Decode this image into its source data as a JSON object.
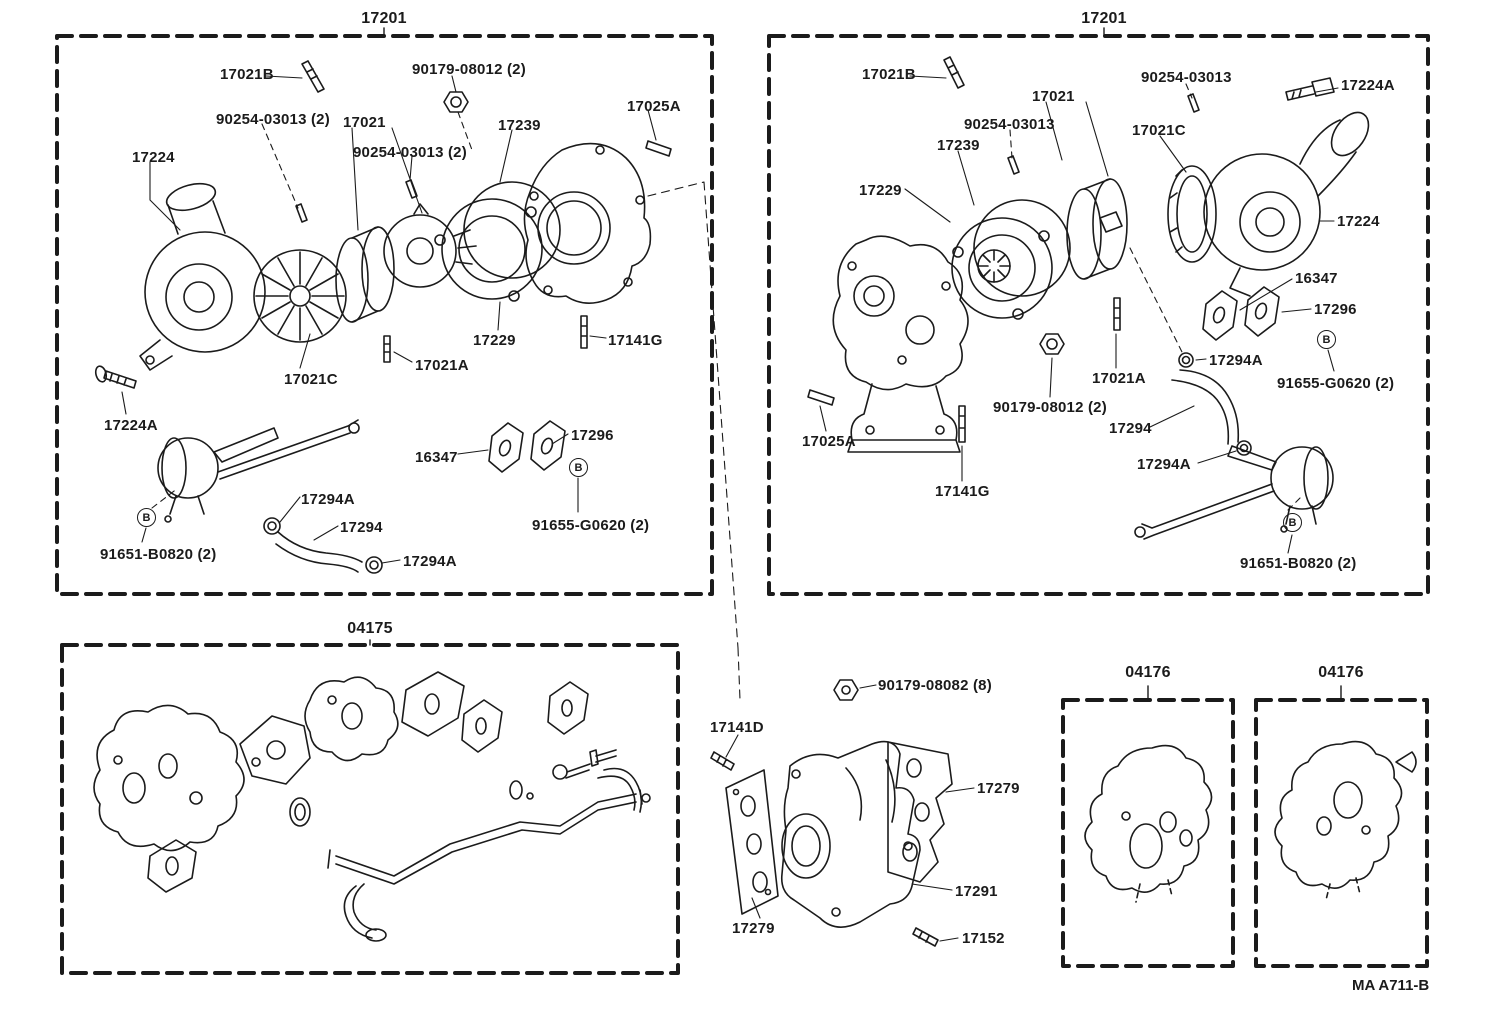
{
  "drawing": {
    "footer_code": "MA A711-B",
    "ink_color": "#1b1b1b",
    "background_color": "#ffffff"
  },
  "boxes": {
    "turbo_left": {
      "title": "17201"
    },
    "turbo_right": {
      "title": "17201"
    },
    "gasket_kit": {
      "title": "04175"
    },
    "gasket_small_left": {
      "title": "04176"
    },
    "gasket_small_right": {
      "title": "04176"
    }
  },
  "symbols": {
    "circled_b": "B"
  },
  "callouts": {
    "left": [
      "17021B",
      "90179-08012 (2)",
      "17025A",
      "90254-03013 (2)",
      "17021",
      "17239",
      "90254-03013 (2)",
      "17224",
      "17229",
      "17141G",
      "17021A",
      "17021C",
      "17224A",
      "17296",
      "16347",
      "17294A",
      "17294",
      "91651-B0820 (2)",
      "91655-G0620 (2)",
      "17294A"
    ],
    "right": [
      "17021B",
      "90254-03013",
      "17224A",
      "17021",
      "90254-03013",
      "17021C",
      "17239",
      "17229",
      "17224",
      "16347",
      "17296",
      "17294A",
      "91655-G0620 (2)",
      "17021A",
      "90179-08012 (2)",
      "17294",
      "17025A",
      "17294A",
      "17141G",
      "91651-B0820 (2)"
    ],
    "manifold": [
      "90179-08082 (8)",
      "17141D",
      "17279",
      "17291",
      "17279",
      "17152"
    ]
  }
}
